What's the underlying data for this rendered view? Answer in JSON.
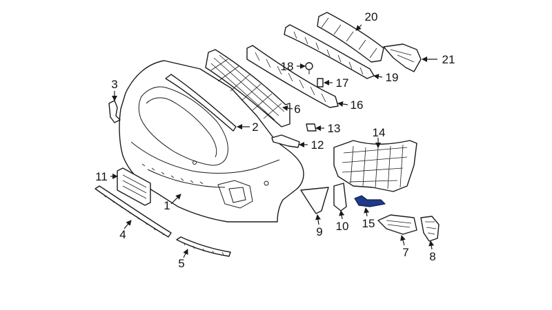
{
  "highlight_color": "#1f3a8a",
  "callouts": [
    {
      "id": "1",
      "text": "1"
    },
    {
      "id": "2",
      "text": "2"
    },
    {
      "id": "3",
      "text": "3"
    },
    {
      "id": "4",
      "text": "4"
    },
    {
      "id": "5",
      "text": "5"
    },
    {
      "id": "6",
      "text": "6"
    },
    {
      "id": "7",
      "text": "7"
    },
    {
      "id": "8",
      "text": "8"
    },
    {
      "id": "9",
      "text": "9"
    },
    {
      "id": "10",
      "text": "10"
    },
    {
      "id": "11",
      "text": "11"
    },
    {
      "id": "12",
      "text": "12"
    },
    {
      "id": "13",
      "text": "13"
    },
    {
      "id": "14",
      "text": "14"
    },
    {
      "id": "15",
      "text": "15"
    },
    {
      "id": "16",
      "text": "16"
    },
    {
      "id": "17",
      "text": "17"
    },
    {
      "id": "18",
      "text": "18"
    },
    {
      "id": "19",
      "text": "19"
    },
    {
      "id": "20",
      "text": "20"
    },
    {
      "id": "21",
      "text": "21"
    }
  ]
}
